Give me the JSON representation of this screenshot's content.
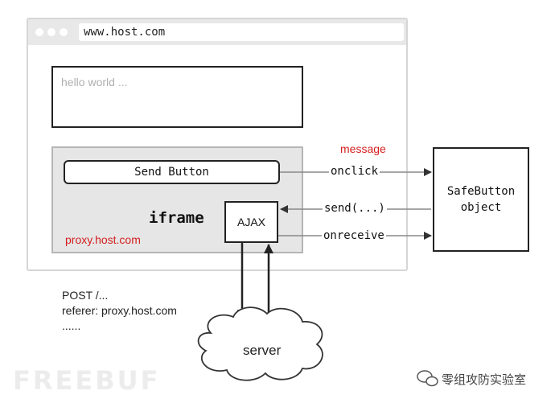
{
  "browser": {
    "url": "www.host.com",
    "textbox_text": "hello world ..."
  },
  "iframe": {
    "title": "iframe",
    "origin": "proxy.host.com",
    "send_button_label": "Send Button",
    "ajax_label": "AJAX"
  },
  "safebutton": {
    "line1": "SafeButton",
    "line2": "object"
  },
  "messages": {
    "header": "message",
    "onclick": "onclick",
    "send": "send(...)",
    "onreceive": "onreceive"
  },
  "request": {
    "line1": "POST /...",
    "line2": "referer: proxy.host.com",
    "line3": "......"
  },
  "server": {
    "label": "server"
  },
  "footer": {
    "watermark": "FREEBUF",
    "brand": "零组攻防实验室",
    "brand_icon": "wechat-icon"
  },
  "colors": {
    "accent_red": "#d42020",
    "iframe_fill": "#e6e6e6",
    "chrome_gray": "#e8e8e8"
  }
}
